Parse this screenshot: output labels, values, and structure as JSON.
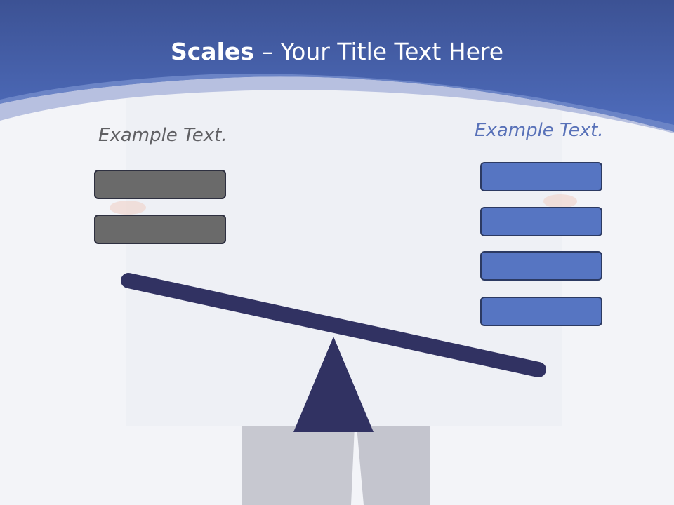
{
  "slide": {
    "title_bold": "Scales",
    "title_rest": " – Your Title Text Here"
  },
  "left_pan": {
    "caption": "Example Text.",
    "box_count": 2,
    "box_color": "#6a6a6a"
  },
  "right_pan": {
    "caption": "Example Text.",
    "box_count": 4,
    "box_color": "#5675c2"
  },
  "colors": {
    "header_blue": "#4a68b4",
    "header_dark": "#3a5296",
    "beam": "#313262",
    "background": "#f3f4f8"
  }
}
